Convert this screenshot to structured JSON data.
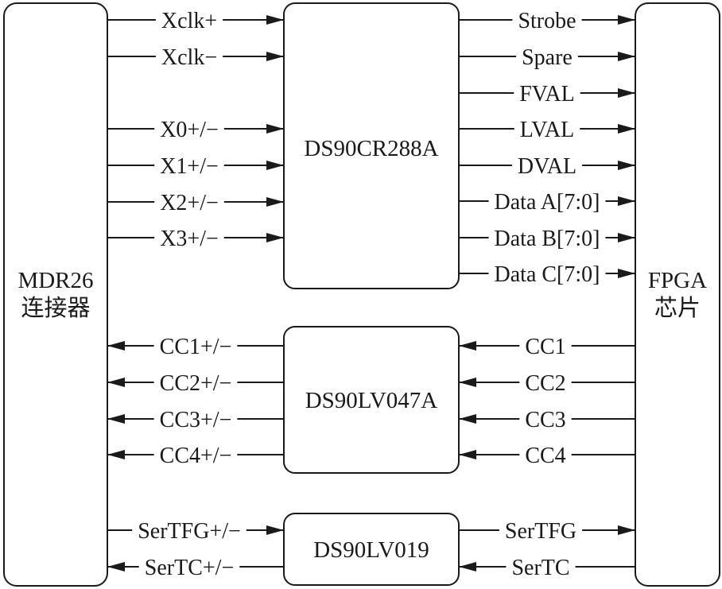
{
  "diagram": {
    "type": "block-diagram",
    "blocks": {
      "connector": {
        "label_line1": "MDR26",
        "label_line2": "连接器"
      },
      "receiver": {
        "label": "DS90CR288A"
      },
      "driver": {
        "label": "DS90LV047A"
      },
      "transceiver": {
        "label": "DS90LV019"
      },
      "fpga": {
        "label_line1": "FPGA",
        "label_line2": "芯片"
      }
    },
    "signals": {
      "connector_to_receiver": [
        "Xclk+",
        "Xclk−",
        "X0+/−",
        "X1+/−",
        "X2+/−",
        "X3+/−"
      ],
      "receiver_to_fpga": [
        "Strobe",
        "Spare",
        "FVAL",
        "LVAL",
        "DVAL",
        "Data A[7:0]",
        "Data B[7:0]",
        "Data C[7:0]"
      ],
      "driver_to_connector": [
        "CC1+/−",
        "CC2+/−",
        "CC3+/−",
        "CC4+/−"
      ],
      "fpga_to_driver": [
        "CC1",
        "CC2",
        "CC3",
        "CC4"
      ],
      "connector_to_transceiver": [
        "SerTFG+/−"
      ],
      "transceiver_to_connector": [
        "SerTC+/−"
      ],
      "transceiver_to_fpga": [
        "SerTFG"
      ],
      "fpga_to_transceiver": [
        "SerTC"
      ]
    },
    "colors": {
      "line": "#1a1a1a",
      "background": "#ffffff"
    }
  }
}
